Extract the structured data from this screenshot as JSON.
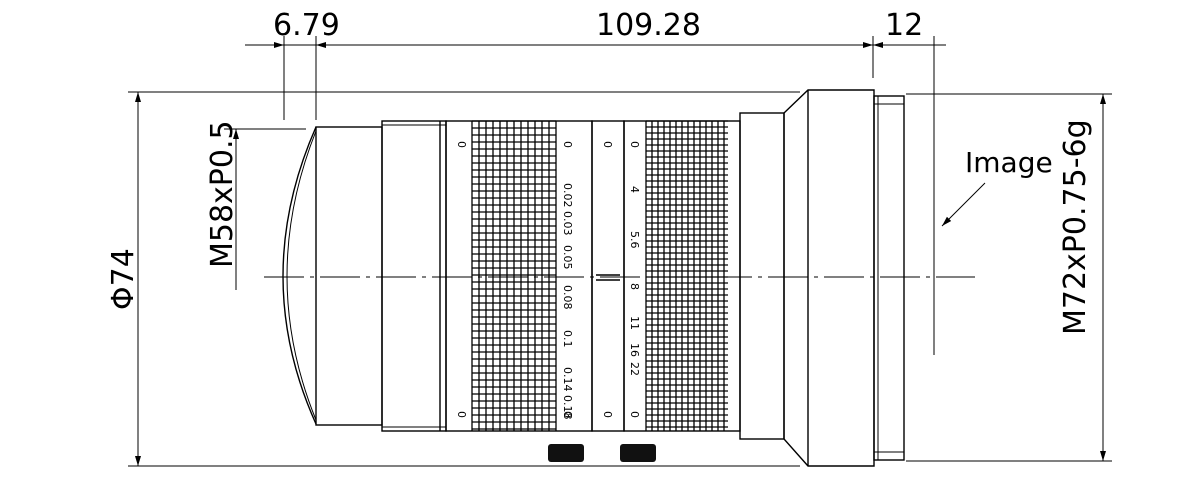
{
  "dimensions": {
    "front_offset": "6.79",
    "lens_length": "109.28",
    "back_focus": "12",
    "outer_diameter": "Φ74",
    "filter_thread": "M58xP0.5",
    "mount_thread": "M72xP0.75-6g"
  },
  "labels": {
    "image": "Image"
  },
  "focus_scale": {
    "top": "0",
    "values": [
      "0.02 0.03",
      "0.05",
      "0.08",
      "0.1",
      "0.14 0.18"
    ],
    "bottom": "0"
  },
  "aperture_scale": {
    "top": "0",
    "values": [
      "4",
      "5.6",
      "8",
      "11",
      "16",
      "22"
    ],
    "bottom": "0"
  },
  "marks": {
    "left_top": "0",
    "left_bottom": "0",
    "mid_top": "0",
    "mid_bottom": "0"
  }
}
